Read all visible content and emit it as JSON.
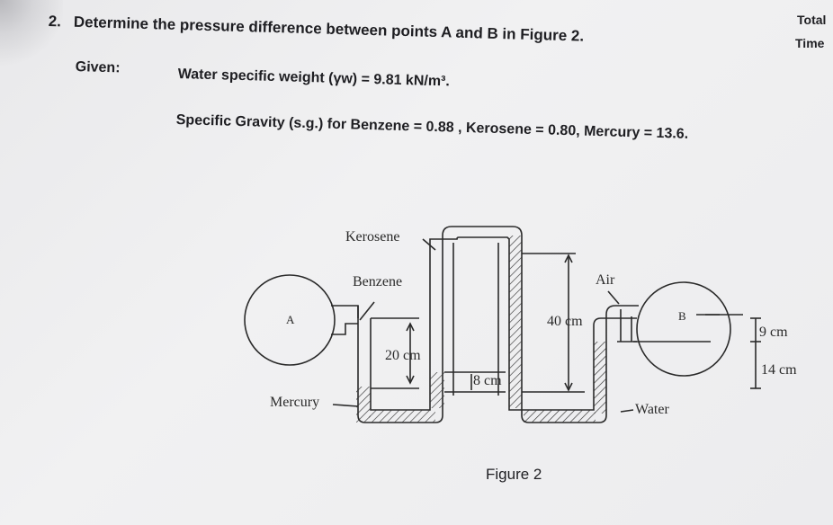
{
  "question": {
    "number": "2.",
    "title": "Determine the pressure difference between points A and B in Figure 2."
  },
  "given": {
    "label": "Given:",
    "line1": "Water specific weight (γw) = 9.81 kN/m³.",
    "line2": "Specific Gravity (s.g.) for Benzene = 0.88 , Kerosene = 0.80, Mercury = 13.6."
  },
  "corner": {
    "total": "Total",
    "time": "Time"
  },
  "figure": {
    "caption": "Figure 2",
    "labels": {
      "kerosene": "Kerosene",
      "benzene": "Benzene",
      "air": "Air",
      "point_a": "A",
      "point_b": "B",
      "mercury": "Mercury",
      "water": "Water",
      "dim_20": "20 cm",
      "dim_8": "8 cm",
      "dim_40": "40 cm",
      "dim_9": "9 cm",
      "dim_14": "14 cm"
    }
  }
}
